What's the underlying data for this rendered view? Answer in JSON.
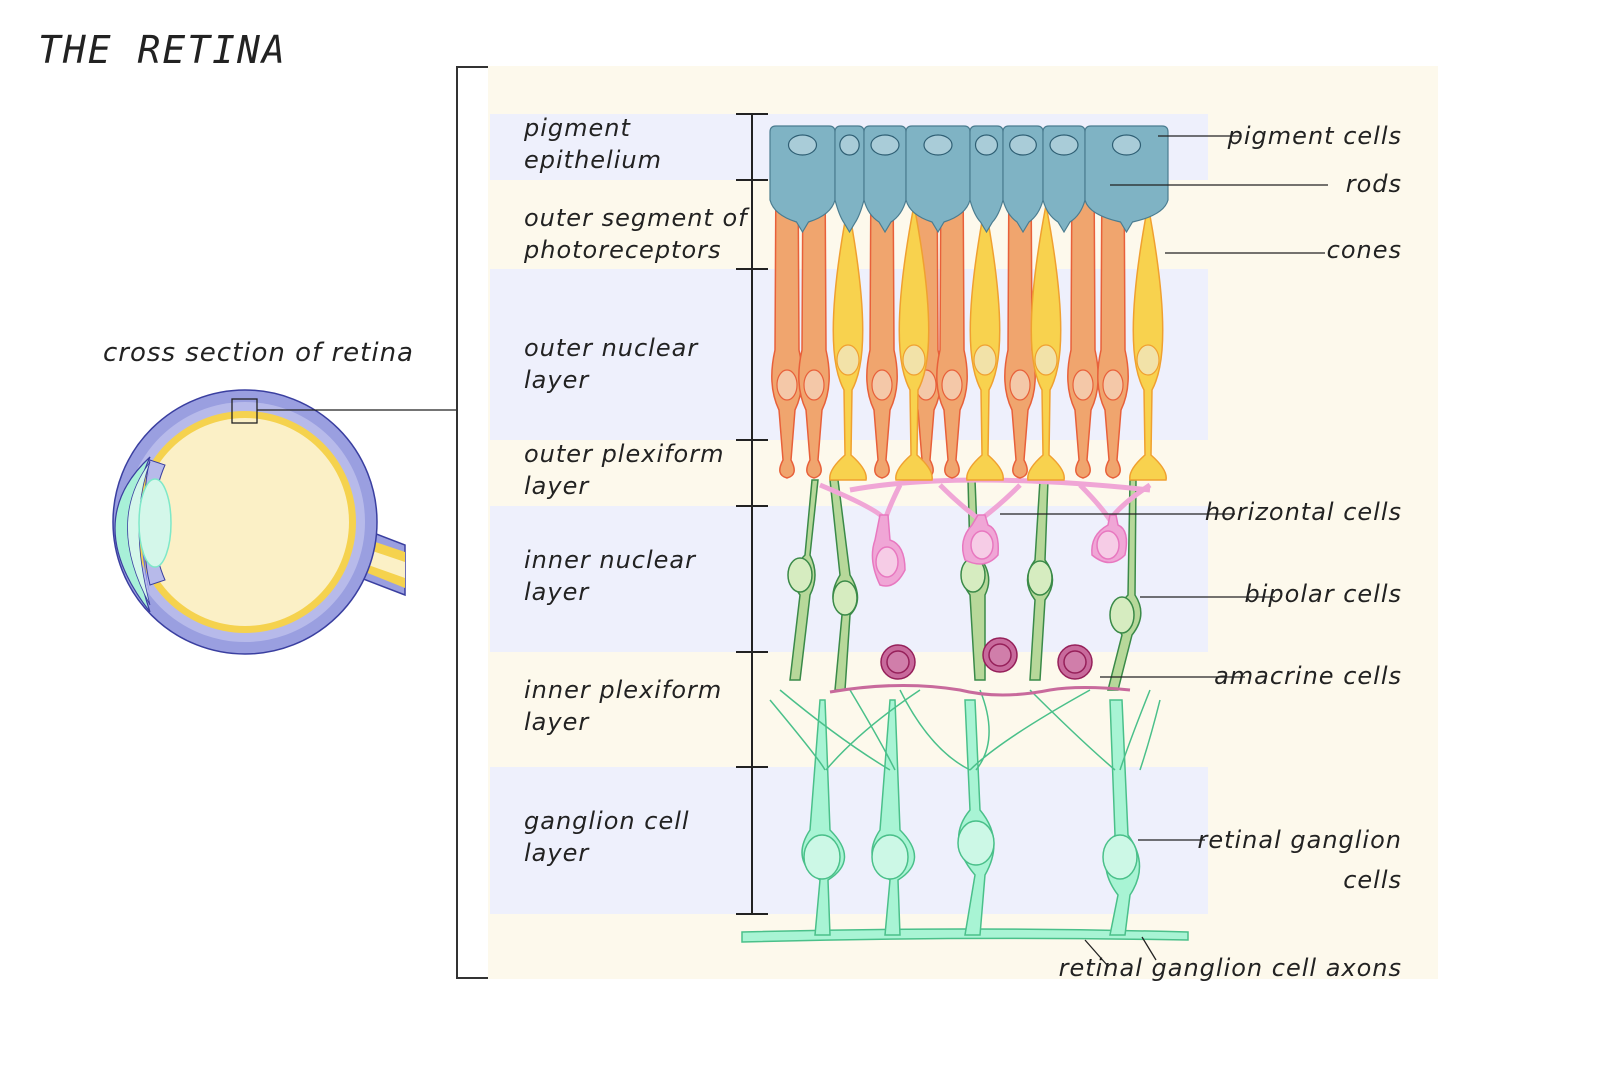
{
  "title": "THE RETINA",
  "eye": {
    "label": "cross section of retina",
    "colors": {
      "sclera": "#9a9fe0",
      "choroid": "#b7baea",
      "retina": "#f5d24e",
      "vitreous": "#fbf0c6",
      "cornea": "#a8f0d8",
      "lens": "#d4f7ea",
      "iris": "#6a72e0"
    }
  },
  "layers": [
    {
      "line1": "pigment",
      "line2": "epithelium"
    },
    {
      "line1": "outer segment of",
      "line2": "photoreceptors"
    },
    {
      "line1": "outer nuclear",
      "line2": "layer"
    },
    {
      "line1": "outer plexiform",
      "line2": "layer"
    },
    {
      "line1": "inner nuclear",
      "line2": "layer"
    },
    {
      "line1": "inner plexiform",
      "line2": "layer"
    },
    {
      "line1": "ganglion cell",
      "line2": "layer"
    }
  ],
  "cell_labels": {
    "pigment": "pigment cells",
    "rods": "rods",
    "cones": "cones",
    "horizontal": "horizontal cells",
    "bipolar": "bipolar cells",
    "amacrine": "amacrine cells",
    "ganglion_1": "retinal ganglion",
    "ganglion_2": "cells",
    "axons": "retinal ganglion cell axons"
  },
  "colors": {
    "panel": "#fdf9ec",
    "band": "#eef0fc",
    "pigment": "#7fb3c4",
    "pigment_nucleus": "#a9ccd8",
    "rod": "#f0a56e",
    "rod_outline": "#e8603a",
    "rod_nucleus": "#f4c8a8",
    "cone": "#f8d24e",
    "cone_outline": "#f0a030",
    "cone_nucleus": "#f2e2a8",
    "horizontal": "#f0a6d6",
    "horizontal_nucleus": "#f6cce6",
    "bipolar": "#b7d89a",
    "bipolar_outline": "#3a8a48",
    "bipolar_nucleus": "#d6ecc0",
    "amacrine": "#c86a9c",
    "amacrine_outline": "#96205a",
    "ganglion": "#a8f4d4",
    "ganglion_outline": "#4ac08a",
    "ganglion_nucleus": "#ccf8e6"
  }
}
